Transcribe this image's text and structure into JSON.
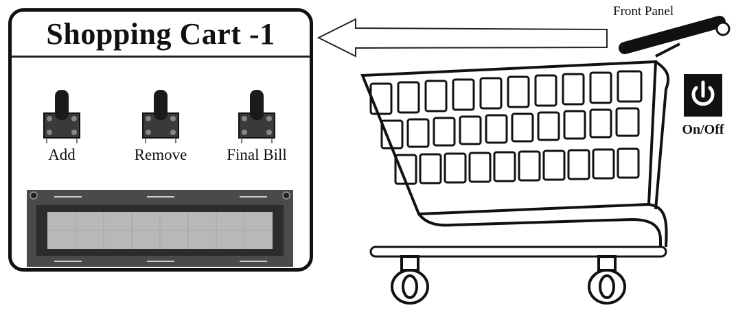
{
  "panel": {
    "title": "Shopping Cart -1",
    "buttons": [
      {
        "label": "Add",
        "icon": "push-button-icon"
      },
      {
        "label": "Remove",
        "icon": "push-button-icon"
      },
      {
        "label": "Final Bill",
        "icon": "push-button-icon"
      }
    ],
    "display": {
      "icon": "lcd-display-icon"
    }
  },
  "callout": {
    "label": "Front Panel",
    "icon": "arrow-left-icon"
  },
  "power": {
    "label": "On/Off",
    "icon": "power-icon"
  },
  "cart": {
    "icon": "shopping-cart-icon"
  },
  "colors": {
    "ink": "#111111",
    "lcd_frame": "#4a4a4a",
    "lcd_screen": "#b8b8b8"
  }
}
